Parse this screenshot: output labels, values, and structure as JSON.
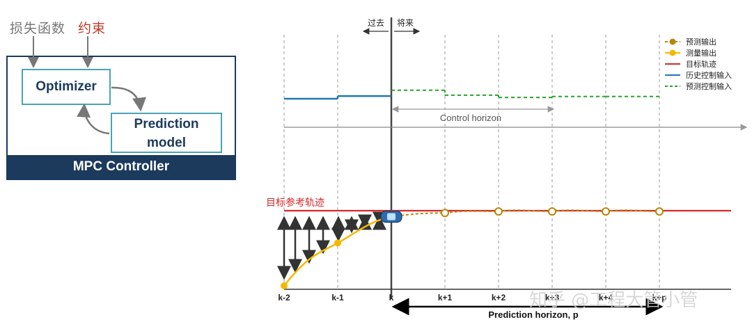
{
  "left_panel": {
    "loss_label": "损失函数",
    "constraint_label": "约束",
    "optimizer_label": "Optimizer",
    "prediction_label_line1": "Prediction",
    "prediction_label_line2": "model",
    "controller_label": "MPC Controller",
    "colors": {
      "dark_blue": "#1b3a5c",
      "block_border": "#4aa3b5",
      "arrow": "#777777",
      "constraint_red": "#c0392b"
    }
  },
  "chart_data": {
    "type": "line",
    "time_steps": [
      "k-2",
      "k-1",
      "k",
      "k+1",
      "k+2",
      "k+3",
      "k+4",
      "k+p"
    ],
    "past_label": "过去",
    "future_label": "将来",
    "control_horizon_label": "Control horizon",
    "prediction_horizon_label": "Prediction horizon, p",
    "reference_label": "目标参考轨迹",
    "watermark": "知乎 @工程大管小管",
    "legend": [
      {
        "label": "预测输出",
        "color": "#b8860b",
        "style": "dashed-marker"
      },
      {
        "label": "测量输出",
        "color": "#f5b800",
        "style": "solid-marker"
      },
      {
        "label": "目标轨迹",
        "color": "#d62728",
        "style": "solid"
      },
      {
        "label": "历史控制输入",
        "color": "#1f77b4",
        "style": "solid"
      },
      {
        "label": "预测控制输入",
        "color": "#2ca02c",
        "style": "dashed"
      }
    ],
    "reference_value": 1.0,
    "measured_output": [
      0.0,
      0.57,
      0.92
    ],
    "predicted_output": [
      0.92,
      0.97,
      0.99,
      0.99,
      0.99,
      0.99
    ],
    "past_control_input": [
      0.63,
      0.69
    ],
    "predicted_control_input": [
      0.82,
      0.71,
      0.66,
      0.68,
      0.68
    ],
    "colors": {
      "axis": "#555555",
      "grid": "#999999",
      "now_line": "#444444",
      "arrow": "#333333"
    }
  }
}
